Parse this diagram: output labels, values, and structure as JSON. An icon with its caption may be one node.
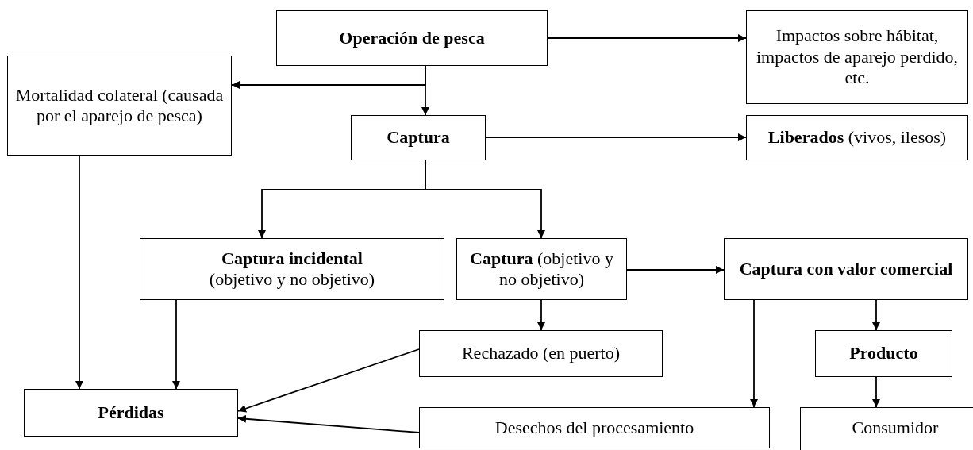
{
  "diagram": {
    "nodes": [
      {
        "text": [
          "Operación de pesca"
        ]
      },
      {
        "text": [
          "Impactos sobre hábitat, impactos de aparejo perdido, etc."
        ]
      },
      {
        "text": [
          "Mortalidad colateral (causada por el aparejo de pesca)"
        ]
      },
      {
        "text": [
          "Captura"
        ]
      },
      {
        "text": [
          "**Liberados** (vivos, ilesos)"
        ]
      },
      {
        "text": [
          "Captura incidental",
          "(objetivo y no objetivo)"
        ]
      },
      {
        "text": [
          "**Captura** (objetivo y no objetivo)"
        ]
      },
      {
        "text": [
          "Captura con valor comercial"
        ]
      },
      {
        "text": [
          "Rechazado (en puerto)"
        ]
      },
      {
        "text": [
          "Producto"
        ]
      },
      {
        "text": [
          "Pérdidas"
        ]
      },
      {
        "text": [
          "Desechos del procesamiento"
        ]
      },
      {
        "text": [
          "Consumidor"
        ]
      }
    ],
    "edges": [
      {
        "from": 0,
        "to": 1,
        "arrow": "to"
      },
      {
        "from": 0,
        "to": 3,
        "arrow": "to"
      },
      {
        "from": 0,
        "to": 2,
        "arrow": "to"
      },
      {
        "from": 3,
        "to": 4,
        "arrow": "to"
      },
      {
        "from": 3,
        "to": 5,
        "arrow": "to"
      },
      {
        "from": 3,
        "to": 6,
        "arrow": "to"
      },
      {
        "from": 6,
        "to": 7,
        "arrow": "to"
      },
      {
        "from": 6,
        "to": 8,
        "arrow": "to"
      },
      {
        "from": 7,
        "to": 9,
        "arrow": "to"
      },
      {
        "from": 9,
        "to": 12,
        "arrow": "to"
      },
      {
        "from": 7,
        "to": 11,
        "arrow": "to"
      },
      {
        "from": 2,
        "to": 10,
        "arrow": "to"
      },
      {
        "from": 5,
        "to": 10,
        "arrow": "to"
      },
      {
        "from": 8,
        "to": 10,
        "arrow": "to"
      },
      {
        "from": 11,
        "to": 10,
        "arrow": "to"
      }
    ]
  }
}
